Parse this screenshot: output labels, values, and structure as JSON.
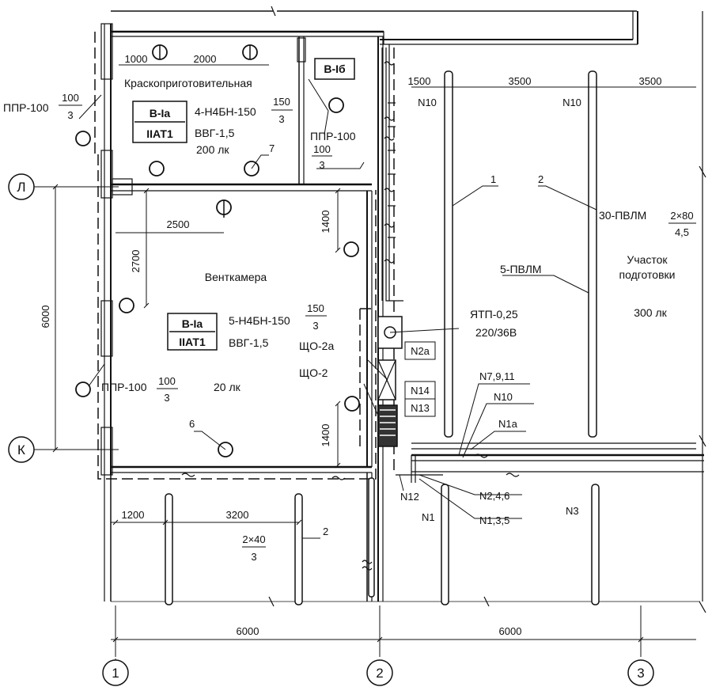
{
  "rooms": {
    "paint_room": "Краскоприготовительная",
    "vent_chamber": "Венткамера",
    "prep_area_line1": "Участок",
    "prep_area_line2": "подготовки"
  },
  "zones": {
    "zone_a_top": "В-Iа",
    "zone_a_bottom": "IIАТ1",
    "zone_b": "В-Iб",
    "zone_a2_top": "В-Iа",
    "zone_a2_bottom": "IIАТ1"
  },
  "fixtures": {
    "paint_group": "4-Н4БН-150",
    "paint_group_num": "150",
    "paint_group_den": "3",
    "paint_cable": "ВВГ-1,5",
    "paint_lux": "200 лк",
    "vent_group": "5-Н4БН-150",
    "vent_group_num": "150",
    "vent_group_den": "3",
    "vent_cable": "ВВГ-1,5",
    "vent_lux": "20 лк",
    "ppr_left_top": "ППР-100",
    "ppr_left_top_num": "100",
    "ppr_left_top_den": "3",
    "ppr_mid": "ППР-100",
    "ppr_mid_num": "100",
    "ppr_mid_den": "3",
    "ppr_left_bottom": "ППР-100",
    "ppr_left_bottom_num": "100",
    "ppr_left_bottom_den": "3",
    "pvlm_group": "30-ПВЛМ",
    "pvlm_num": "2×80",
    "pvlm_den": "4,5",
    "pvlm_5": "5-ПВЛМ",
    "prep_lux": "300 лк",
    "bottom_num": "2×40",
    "bottom_den": "3"
  },
  "equipment": {
    "transformer": "ЯТП-0,25",
    "transformer_volt": "220/36В",
    "panel_2a": "ЩО-2а",
    "panel_2": "ЩО-2"
  },
  "lines": {
    "n10_left": "N10",
    "n10_right": "N10",
    "n2a": "N2а",
    "n14": "N14",
    "n13": "N13",
    "n7911": "N7,9,11",
    "n10_mid": "N10",
    "n1a": "N1а",
    "n12": "N12",
    "n246": "N2,4,6",
    "n1": "N1",
    "n135": "N1,3,5",
    "n3": "N3"
  },
  "callouts": {
    "c1": "1",
    "c2": "2",
    "c6": "6",
    "c7": "7",
    "c2b": "2"
  },
  "dimensions": {
    "d1000": "1000",
    "d2000": "2000",
    "d1500": "1500",
    "d3500a": "3500",
    "d3500b": "3500",
    "d2500": "2500",
    "d1400a": "1400",
    "d2700": "2700",
    "d6000v": "6000",
    "d1400b": "1400",
    "d1200": "1200",
    "d3200": "3200",
    "d6000a": "6000",
    "d6000b": "6000"
  },
  "axes": {
    "L": "Л",
    "K": "К",
    "a1": "1",
    "a2": "2",
    "a3": "3"
  }
}
